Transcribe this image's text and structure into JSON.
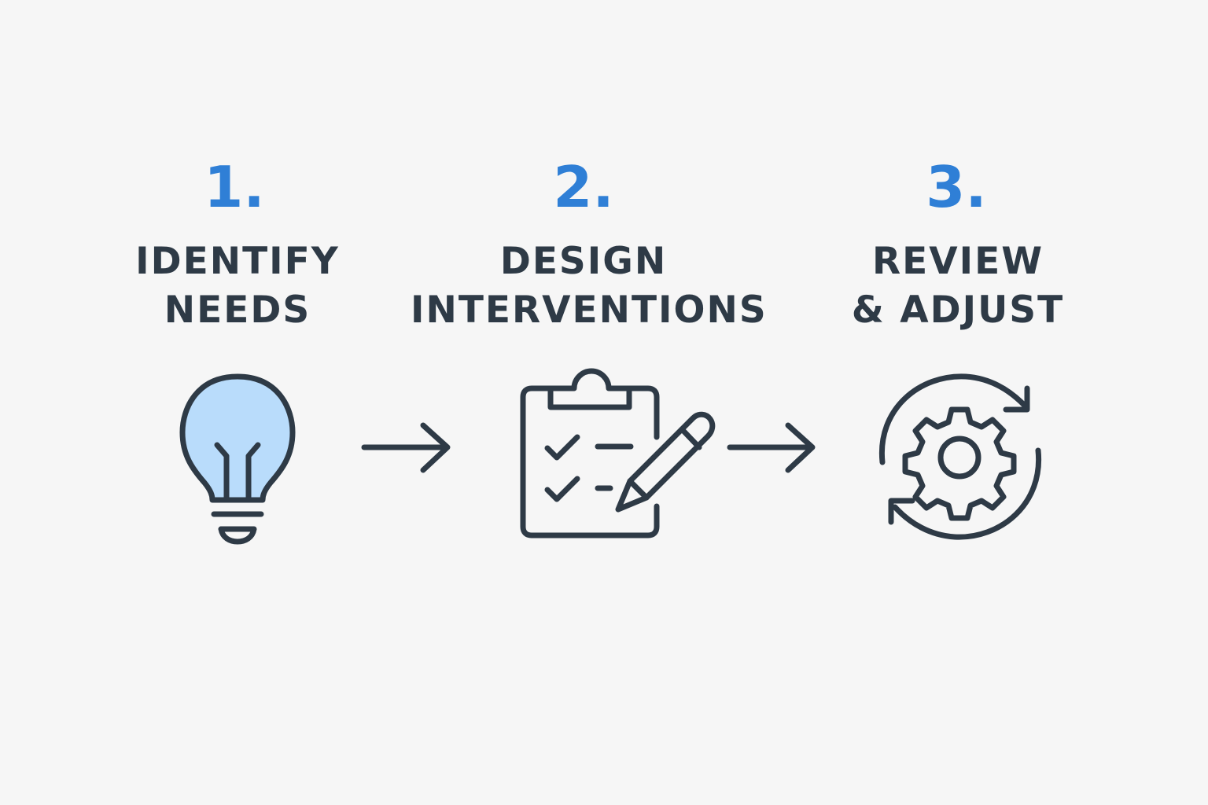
{
  "steps": [
    {
      "number": "1.",
      "title_line1": "IDENTIFY",
      "title_line2": "NEEDS",
      "icon": "lightbulb-icon"
    },
    {
      "number": "2.",
      "title_line1": "DESIGN",
      "title_line2": "INTERVENTIONS",
      "icon": "clipboard-checklist-pencil-icon"
    },
    {
      "number": "3.",
      "title_line1": "REVIEW",
      "title_line2": "& ADJUST",
      "icon": "gear-cycle-icon"
    }
  ],
  "connectors": [
    "arrow-right-icon",
    "arrow-right-icon"
  ],
  "colors": {
    "background": "#f6f6f6",
    "accent": "#2f7fd6",
    "ink": "#2e3a46",
    "bulb_fill": "#b9dcfb"
  }
}
